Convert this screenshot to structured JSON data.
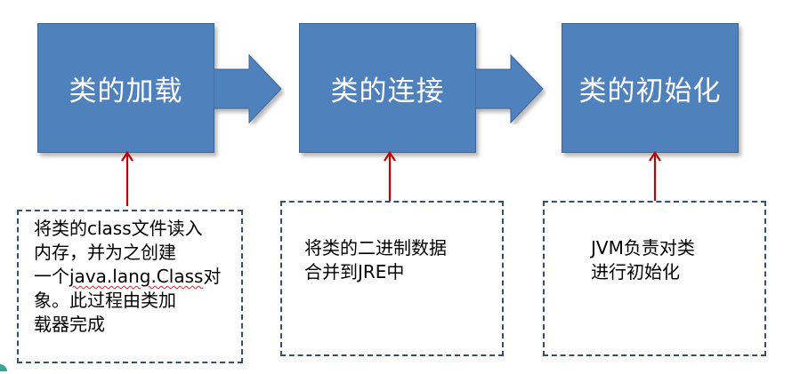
{
  "stages": [
    {
      "label": "类的加载"
    },
    {
      "label": "类的连接"
    },
    {
      "label": "类的初始化"
    }
  ],
  "notes": [
    {
      "lines": [
        "将类的class文件读入",
        "内存，并为之创建",
        "一个",
        "java.lang.Class",
        "对",
        "象。此过程由类加",
        "载器完成"
      ]
    },
    {
      "lines": [
        "将类的二进制数据",
        "合并到JRE中"
      ]
    },
    {
      "lines": [
        "JVM负责对类",
        "进行初始化"
      ]
    }
  ],
  "colors": {
    "box_fill": "#4f81bd",
    "box_border": "#3b6496",
    "pointer": "#c00000",
    "note_border": "#30506e"
  }
}
